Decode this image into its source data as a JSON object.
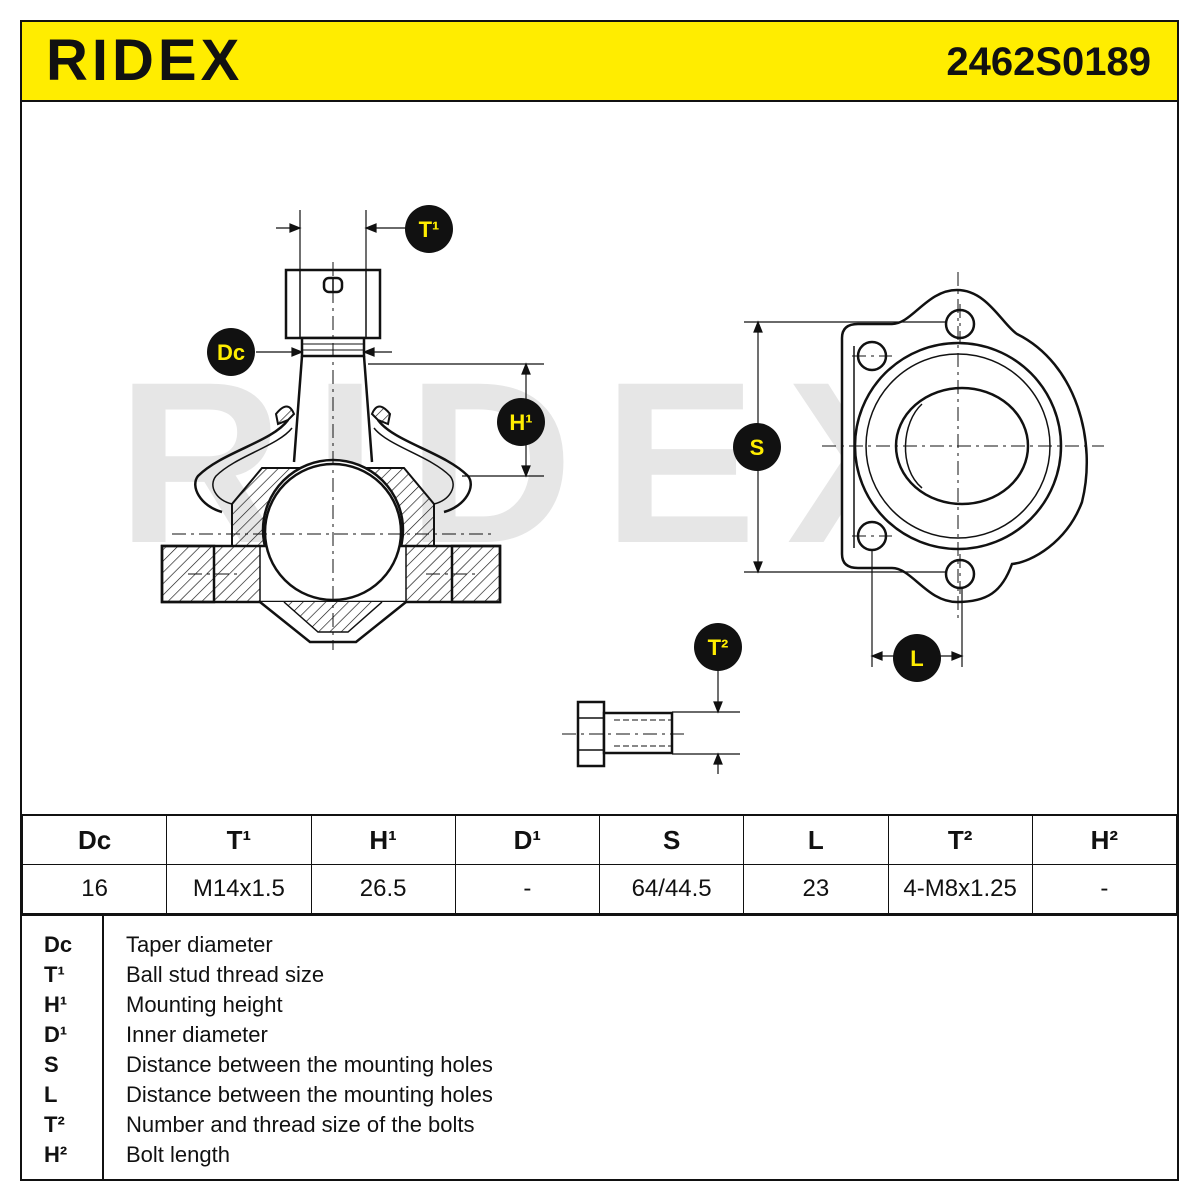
{
  "header": {
    "brand": "RIDEX",
    "part_number": "2462S0189"
  },
  "colors": {
    "header_bg": "#ffed00",
    "badge_bg": "#111111",
    "badge_text": "#ffed00",
    "line": "#111111",
    "watermark": "#e6e6e6"
  },
  "watermark_text": "RIDEX",
  "callouts": {
    "t1": "T¹",
    "dc": "Dc",
    "h1": "H¹",
    "s": "S",
    "t2": "T²",
    "l": "L"
  },
  "table": {
    "headers": [
      "Dc",
      "T¹",
      "H¹",
      "D¹",
      "S",
      "L",
      "T²",
      "H²"
    ],
    "values": [
      "16",
      "M14x1.5",
      "26.5",
      "-",
      "64/44.5",
      "23",
      "4-M8x1.25",
      "-"
    ]
  },
  "legend": [
    {
      "code": "Dc",
      "desc": "Taper diameter"
    },
    {
      "code": "T¹",
      "desc": "Ball stud thread size"
    },
    {
      "code": "H¹",
      "desc": "Mounting height"
    },
    {
      "code": "D¹",
      "desc": "Inner diameter"
    },
    {
      "code": "S",
      "desc": "Distance between the mounting holes"
    },
    {
      "code": "L",
      "desc": "Distance between the mounting holes"
    },
    {
      "code": "T²",
      "desc": "Number and thread size of the bolts"
    },
    {
      "code": "H²",
      "desc": "Bolt length"
    }
  ]
}
